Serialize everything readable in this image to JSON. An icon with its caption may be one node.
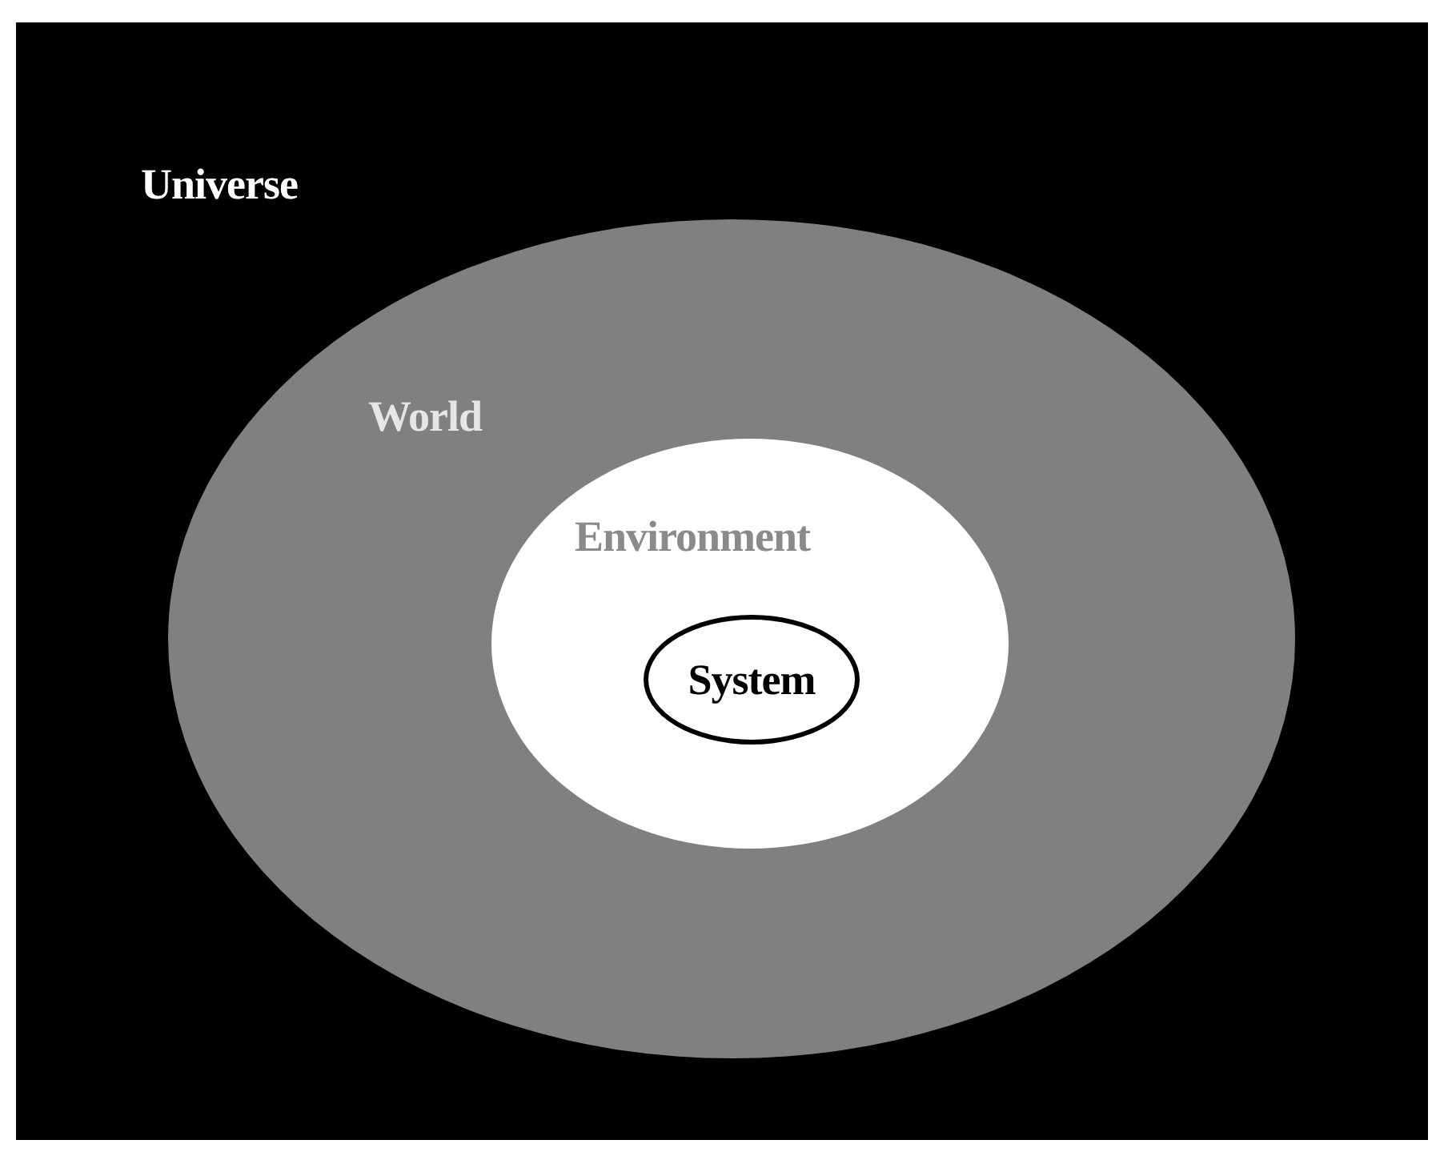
{
  "diagram": {
    "nodes": [
      {
        "text": [
          "Universe"
        ]
      },
      {
        "text": [
          "World"
        ],
        "in": 0
      },
      {
        "text": [
          "Environment"
        ],
        "in": 1
      },
      {
        "text": [
          "System"
        ],
        "in": 2
      }
    ]
  }
}
